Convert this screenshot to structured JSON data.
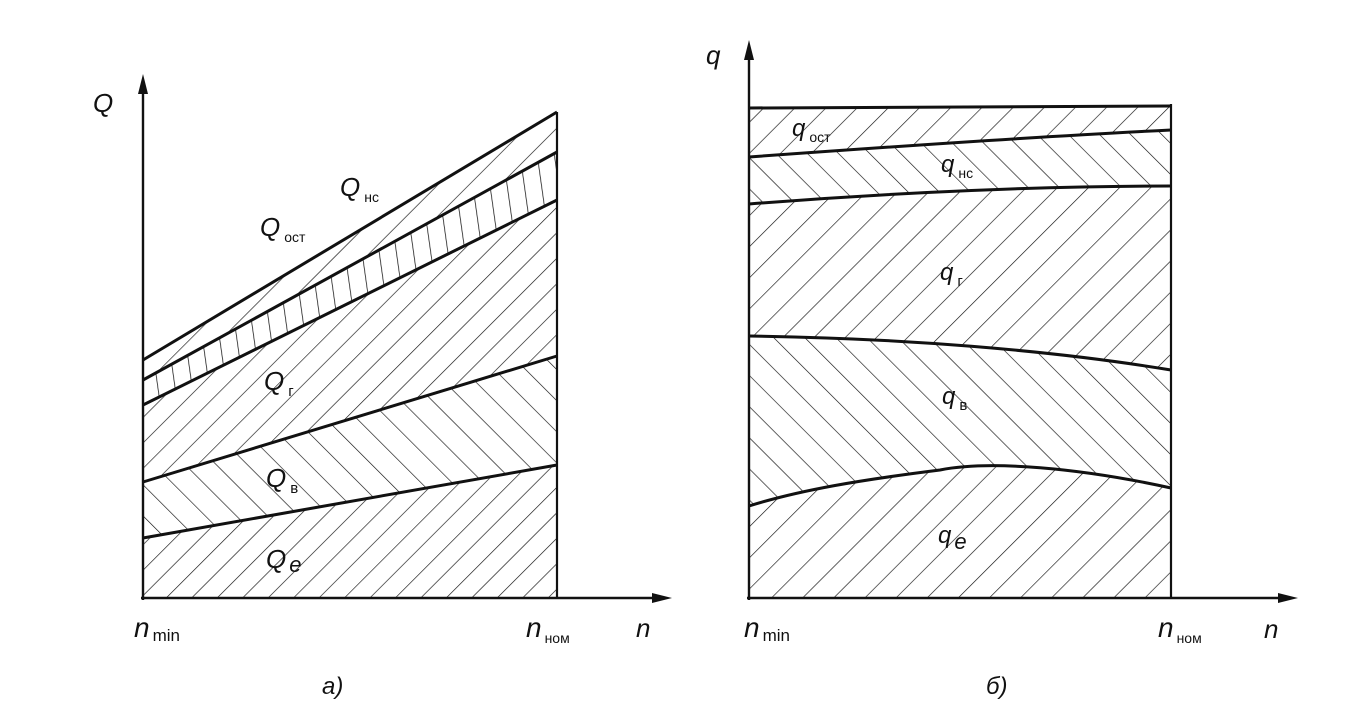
{
  "panel_a": {
    "axis_y": "Q",
    "axis_x": "n",
    "tick_min": {
      "main": "n",
      "sub": "min"
    },
    "tick_nom": {
      "main": "n",
      "sub": "ном"
    },
    "caption": "а)",
    "labels": {
      "ost": {
        "main": "Q",
        "sub": "ост"
      },
      "ns": {
        "main": "Q",
        "sub": "нс"
      },
      "g": {
        "main": "Q",
        "sub": "г"
      },
      "v": {
        "main": "Q",
        "sub": "в"
      },
      "e": {
        "main": "Q",
        "sub": "e"
      }
    }
  },
  "panel_b": {
    "axis_y": "q",
    "axis_x": "n",
    "tick_min": {
      "main": "n",
      "sub": "min"
    },
    "tick_nom": {
      "main": "n",
      "sub": "ном"
    },
    "caption": "б)",
    "labels": {
      "ost": {
        "main": "q",
        "sub": "ост"
      },
      "ns": {
        "main": "q",
        "sub": "нс"
      },
      "g": {
        "main": "q",
        "sub": "г"
      },
      "v": {
        "main": "q",
        "sub": "в"
      },
      "e": {
        "main": "q",
        "sub": "e"
      }
    }
  },
  "colors": {
    "ink": "#111111",
    "background": "#ffffff"
  }
}
